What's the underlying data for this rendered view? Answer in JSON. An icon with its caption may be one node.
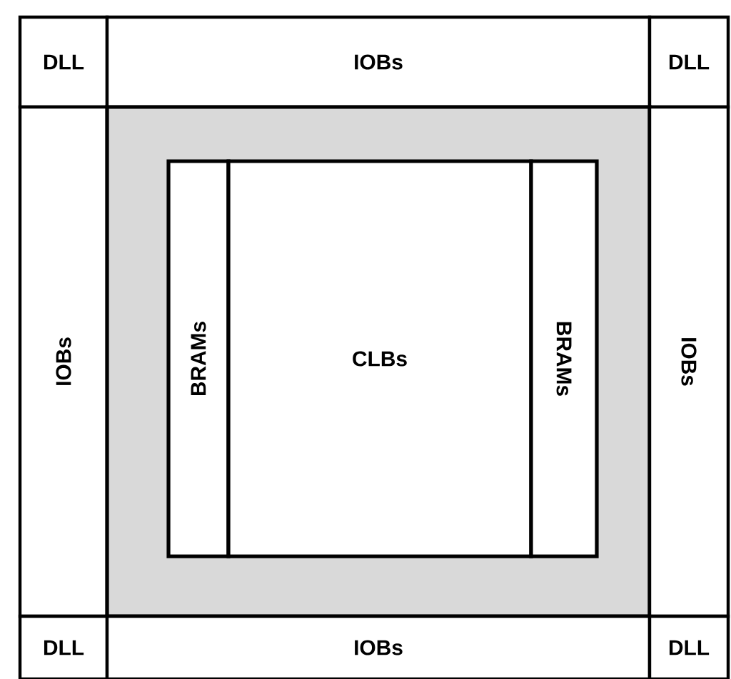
{
  "diagram": {
    "nodes": [
      {
        "text": [
          "DLL"
        ]
      },
      {
        "text": [
          "IOBs"
        ]
      },
      {
        "text": [
          "DLL"
        ]
      },
      {
        "text": [
          "IOBs"
        ]
      },
      {
        "text": [],
        "shape": "box"
      },
      {
        "text": [
          "BRAMs"
        ],
        "in": 4
      },
      {
        "text": [
          "CLBs"
        ],
        "in": 4
      },
      {
        "text": [
          "BRAMs"
        ],
        "in": 4
      },
      {
        "text": [
          "IOBs"
        ]
      },
      {
        "text": [
          "DLL"
        ]
      },
      {
        "text": [
          "IOBs"
        ]
      },
      {
        "text": [
          "DLL"
        ]
      }
    ]
  }
}
